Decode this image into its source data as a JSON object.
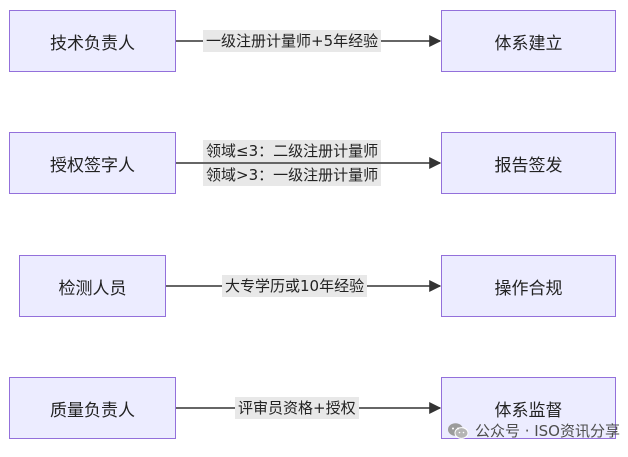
{
  "rows": [
    {
      "left": "技术负责人",
      "label_lines": [
        "一级注册计量师+5年经验"
      ],
      "right": "体系建立"
    },
    {
      "left": "授权签字人",
      "label_lines": [
        "领域≤3：二级注册计量师",
        "领域>3：一级注册计量师"
      ],
      "right": "报告签发"
    },
    {
      "left": "检测人员",
      "label_lines": [
        "大专学历或10年经验"
      ],
      "right": "操作合规"
    },
    {
      "left": "质量负责人",
      "label_lines": [
        "评审员资格+授权"
      ],
      "right": "体系监督"
    }
  ],
  "watermark": {
    "text": "公众号 · ISO资讯分享",
    "icon": "wechat-icon"
  },
  "colors": {
    "node_fill": "#ececff",
    "node_border": "#9370db",
    "edge": "#333333",
    "label_bg": "#e8e8e8"
  }
}
